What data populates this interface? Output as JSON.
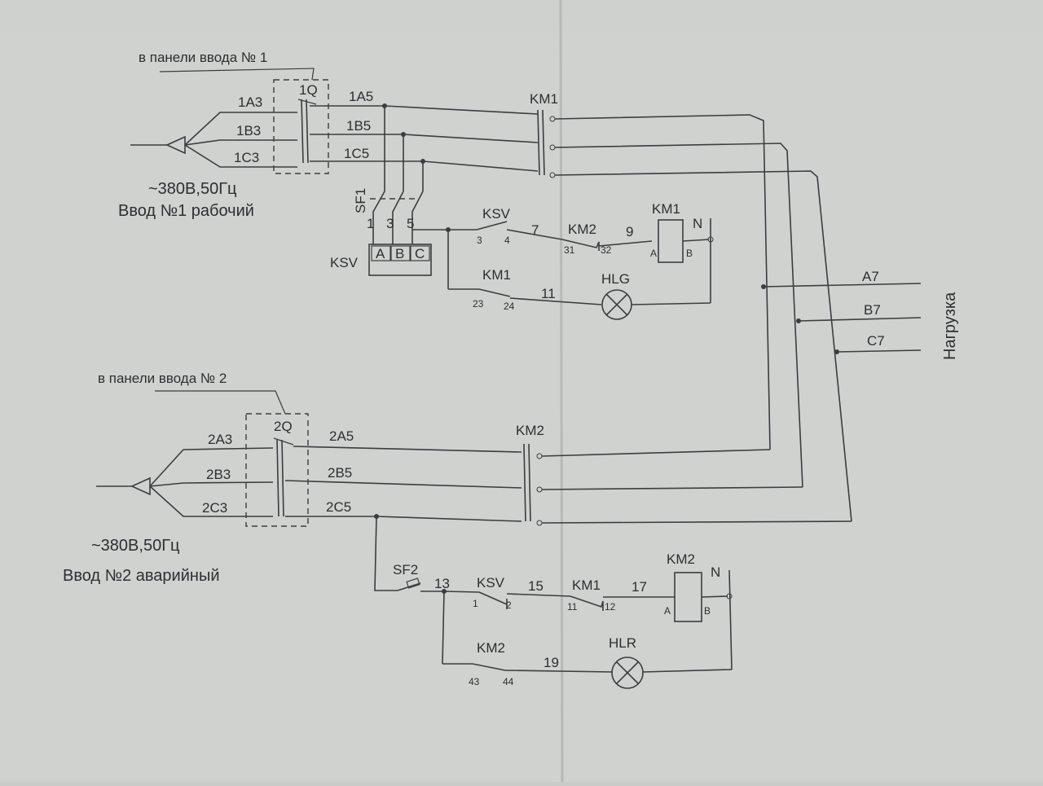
{
  "colors": {
    "paper": "#d2d4d1",
    "ink": "#3a3d42",
    "fold": "#b9bbb8"
  },
  "panel1": {
    "header": "в панели ввода № 1",
    "breaker": "1Q",
    "in_wires": [
      "1A3",
      "1B3",
      "1C3"
    ],
    "out_wires": [
      "1A5",
      "1B5",
      "1C5"
    ],
    "voltage": "~380В,50Гц",
    "name": "Ввод №1 рабочий",
    "contactor": "KM1",
    "sf": "SF1",
    "sf_terms": [
      "1",
      "3",
      "5"
    ],
    "ksv_label": "KSV",
    "ksv_cells": [
      "A",
      "B",
      "C"
    ],
    "ctrl": {
      "ksv": "KSV",
      "ksv_t1": "3",
      "ksv_t2": "4",
      "w7": "7",
      "km2": "KM2",
      "km2_t1": "31",
      "km2_t2": "32",
      "w9": "9",
      "coil": "KM1",
      "coil_a": "A",
      "coil_b": "B",
      "n": "N",
      "km1": "KM1",
      "km1_t1": "23",
      "km1_t2": "24",
      "w11": "11",
      "lamp": "HLG"
    }
  },
  "panel2": {
    "header": "в панели ввода № 2",
    "breaker": "2Q",
    "in_wires": [
      "2A3",
      "2B3",
      "2C3"
    ],
    "out_wires": [
      "2A5",
      "2B5",
      "2C5"
    ],
    "voltage": "~380В,50Гц",
    "name": "Ввод №2 аварийный",
    "contactor": "KM2",
    "ctrl": {
      "sf": "SF2",
      "w13": "13",
      "ksv": "KSV",
      "ksv_t1": "1",
      "ksv_t2": "2",
      "w15": "15",
      "km1": "KM1",
      "km1_t1": "11",
      "km1_t2": "12",
      "w17": "17",
      "coil": "KM2",
      "coil_a": "A",
      "coil_b": "B",
      "n": "N",
      "km2": "KM2",
      "km2_t1": "43",
      "km2_t2": "44",
      "w19": "19",
      "lamp": "HLR"
    }
  },
  "load": {
    "wires": [
      "A7",
      "B7",
      "C7"
    ],
    "label": "Нагрузка"
  }
}
